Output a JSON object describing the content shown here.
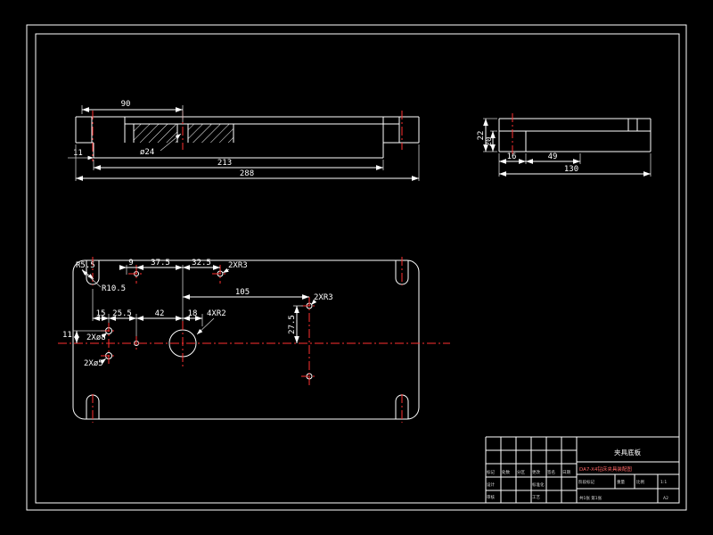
{
  "colors": {
    "background": "#000000",
    "lines": "#ffffff",
    "centerline": "#ff3030",
    "subtitle_text": "#ff6666"
  },
  "front_view": {
    "dim_90": "90",
    "dim_hole": "ø24",
    "dim_11": "11",
    "dim_213": "213",
    "dim_288": "288"
  },
  "side_view": {
    "dim_22": "22",
    "dim_20": "20",
    "dim_16": "16",
    "dim_49": "49",
    "dim_130": "130"
  },
  "plan_view": {
    "dim_r55": "R5.5",
    "dim_9": "9",
    "dim_375": "37.5",
    "dim_325": "32.5",
    "dim_2xr3_top": "2XR3",
    "dim_r105": "R10.5",
    "dim_105": "105",
    "dim_2xr3_mid": "2XR3",
    "dim_15": "15",
    "dim_255": "25.5",
    "dim_42": "42",
    "dim_18": "18",
    "dim_4xr2": "4XR2",
    "dim_275": "27.5",
    "dim_11": "11",
    "dim_2x8": "2Xø8",
    "dim_2x5": "2Xø5"
  },
  "title_block": {
    "title": "夹具底板",
    "subtitle": "DA7-X4钻床夹具装配图",
    "col_labels": [
      "标记",
      "处数",
      "分区",
      "更改",
      "签名",
      "日期"
    ],
    "row2": {
      "c1": "设计",
      "c2": "标准化"
    },
    "row3": {
      "c1": "审核",
      "c2": "工艺"
    },
    "stage": {
      "l1": "阶段标记",
      "l2": "重量",
      "l3": "比例",
      "v": "1:1"
    },
    "sheet": "共1张 第1张",
    "size": "A2"
  }
}
